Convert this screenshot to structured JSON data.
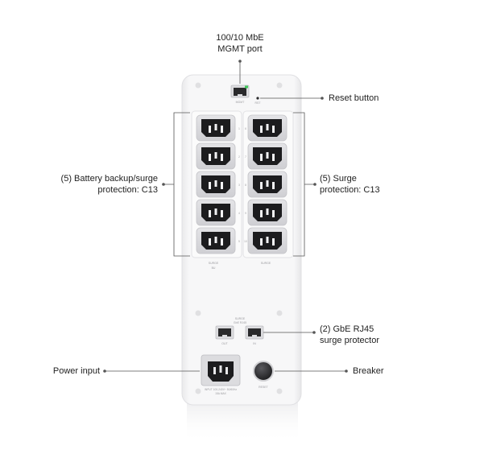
{
  "callouts": {
    "mgmt_port": [
      "100/10 MbE",
      "MGMT port"
    ],
    "reset_button": [
      "Reset button"
    ],
    "battery_backup": [
      "(5) Battery backup/surge",
      "protection: C13"
    ],
    "surge": [
      "(5) Surge",
      "protection: C13"
    ],
    "rj45": [
      "(2) GbE RJ45",
      "surge protector"
    ],
    "power_input": [
      "Power input"
    ],
    "breaker": [
      "Breaker"
    ]
  },
  "device_labels": {
    "left_group": "SURGE",
    "left_group_sub": "BU",
    "right_group": "SURGE",
    "surge_header": "SURGE",
    "surge_header_sub": "GbE RJ45",
    "rj_out": "OUT",
    "rj_in": "IN",
    "power_rating": "INPUT 100-240V~ 50/60Hz",
    "power_rating_sub": "15A MAX",
    "breaker_label": "RESET",
    "reset_label": "RST",
    "mgmt_label": "MGMT",
    "outlet_numbers_left": [
      "1",
      "2",
      "3",
      "4",
      "5"
    ],
    "outlet_numbers_right": [
      "6",
      "7",
      "8",
      "9",
      "10"
    ]
  },
  "colors": {
    "body": "#f4f4f5",
    "body_edge": "#e2e2e4",
    "panel": "#fafafa",
    "outlet_frame": "#d7d7da",
    "outlet_face": "#1c1c1e",
    "pin": "#f5f5f5",
    "line": "#555555",
    "led": "#3ecb5a"
  }
}
